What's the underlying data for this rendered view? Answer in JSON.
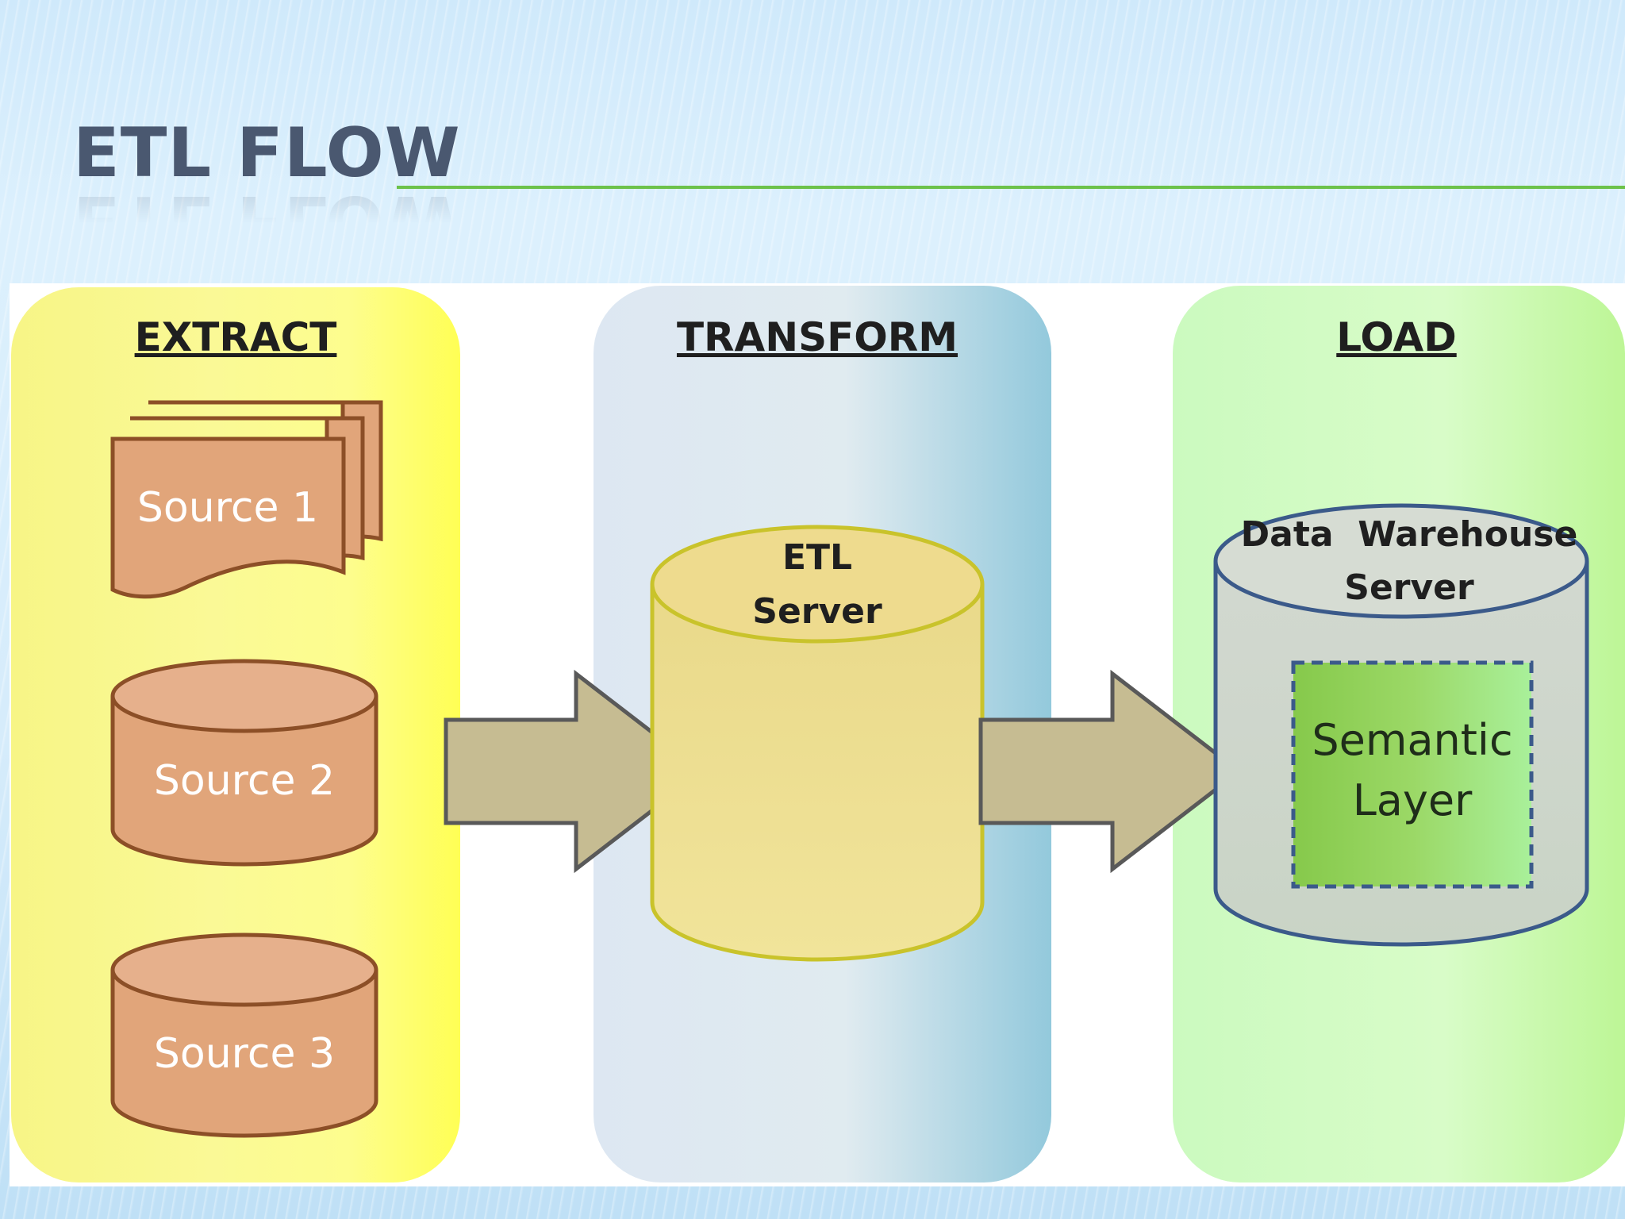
{
  "slide": {
    "title": "ETL FLOW"
  },
  "panels": {
    "extract": {
      "heading": "EXTRACT",
      "sources": [
        "Source 1",
        "Source 2",
        "Source 3"
      ]
    },
    "transform": {
      "heading": "TRANSFORM",
      "server_lines": [
        "ETL",
        "Server"
      ]
    },
    "load": {
      "heading": "LOAD",
      "server_lines": [
        "Data  Warehouse",
        "Server"
      ],
      "inner_lines": [
        "Semantic",
        "Layer"
      ]
    }
  },
  "colors": {
    "title": "#4a5870",
    "title_rule": "#6cc24a",
    "source_fill": "#e1a57a",
    "source_stroke": "#8c4f27",
    "etl_server_fill": "#eedb8e",
    "etl_server_stroke": "#c9c32b",
    "warehouse_fill": "#d1d8cf",
    "warehouse_stroke": "#3b5a8a",
    "semantic_fill": "#8fd460",
    "arrow_fill": "#c6bc92",
    "arrow_stroke": "#595959"
  }
}
